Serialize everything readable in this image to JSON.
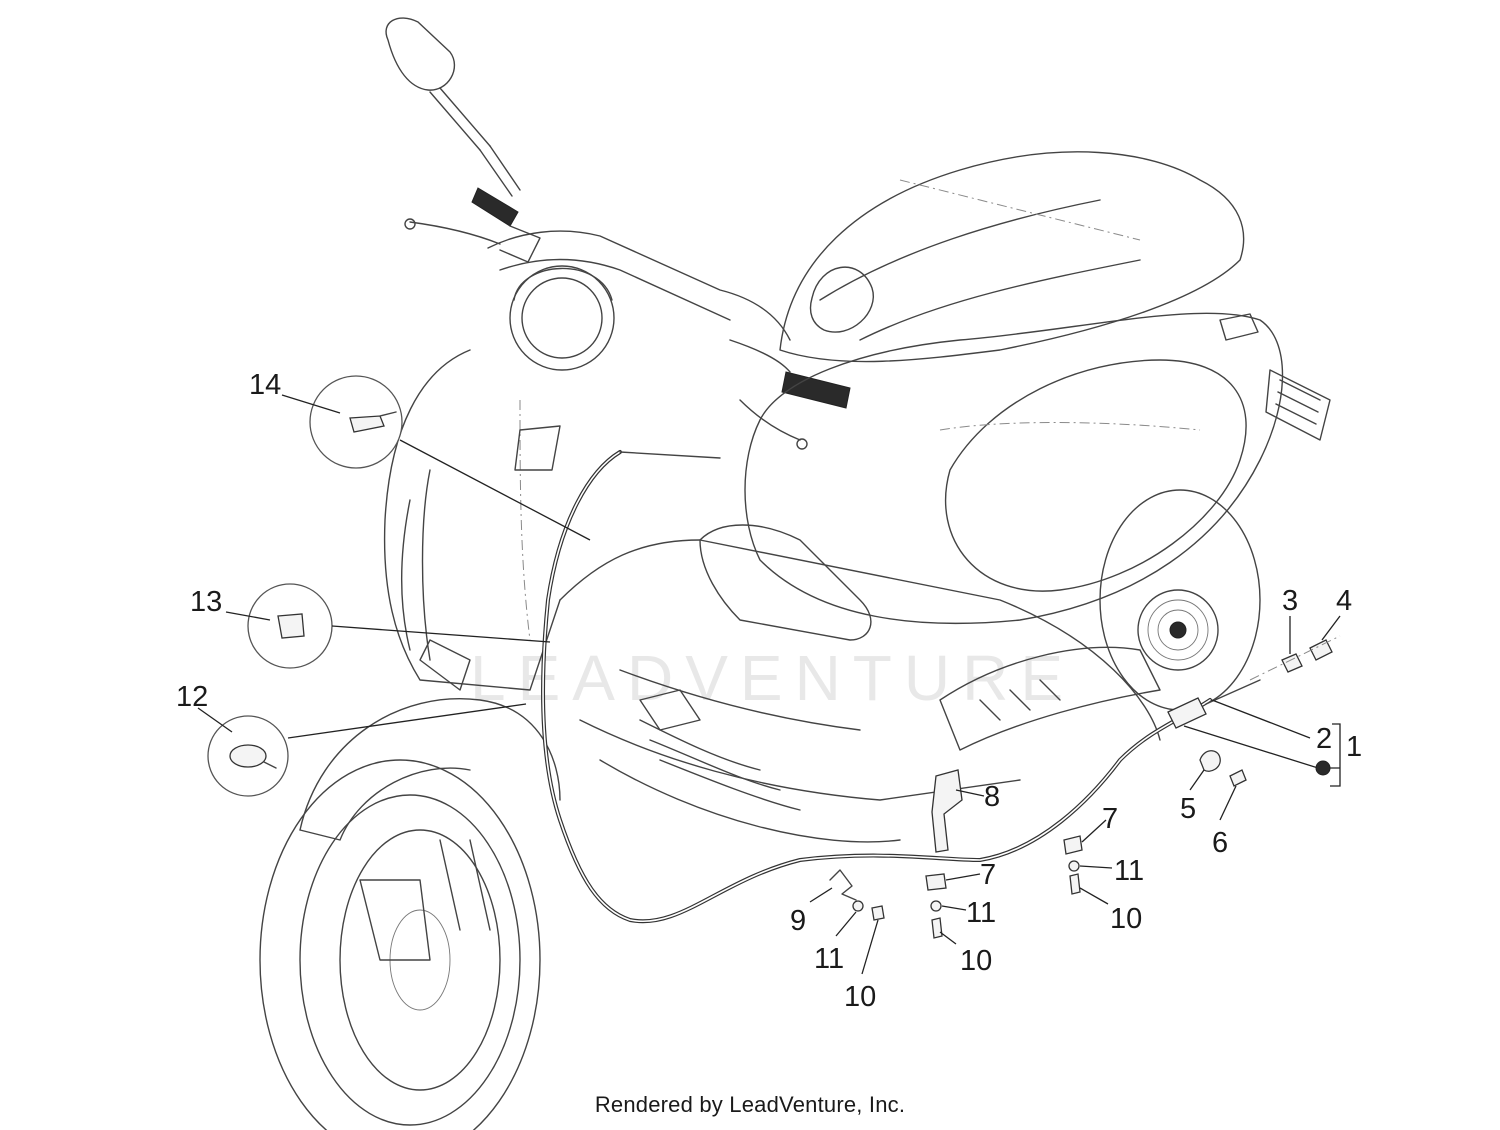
{
  "diagram": {
    "watermark_text": "LEADVENTURE",
    "callouts": [
      {
        "id": "c14",
        "text": "14"
      },
      {
        "id": "c13",
        "text": "13"
      },
      {
        "id": "c12",
        "text": "12"
      },
      {
        "id": "c3",
        "text": "3"
      },
      {
        "id": "c4",
        "text": "4"
      },
      {
        "id": "c2",
        "text": "2"
      },
      {
        "id": "c1",
        "text": "1"
      },
      {
        "id": "c5",
        "text": "5"
      },
      {
        "id": "c6",
        "text": "6"
      },
      {
        "id": "c8",
        "text": "8"
      },
      {
        "id": "c7a",
        "text": "7"
      },
      {
        "id": "c7b",
        "text": "7"
      },
      {
        "id": "c11a",
        "text": "11"
      },
      {
        "id": "c11b",
        "text": "11"
      },
      {
        "id": "c11c",
        "text": "11"
      },
      {
        "id": "c10a",
        "text": "10"
      },
      {
        "id": "c10b",
        "text": "10"
      },
      {
        "id": "c10c",
        "text": "10"
      },
      {
        "id": "c9",
        "text": "9"
      }
    ]
  },
  "footer": {
    "credit": "Rendered by LeadVenture, Inc."
  }
}
